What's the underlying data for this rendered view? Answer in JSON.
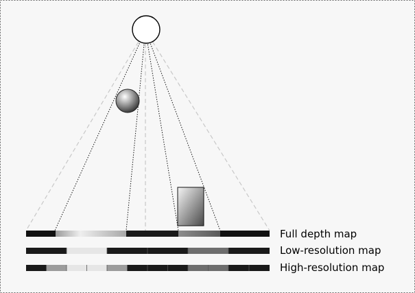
{
  "labels": {
    "full_depth_map": "Full depth map",
    "low_resolution_map": "Low-resolution map",
    "high_resolution_map": "High-resolution map"
  },
  "colors": {
    "frame_border": "#666666",
    "background": "#f7f7f7",
    "ray_dotted": "#111111",
    "frustum_dashed": "#c8c8c8",
    "bar_dark": "#1a1a1a",
    "bar_light": "#e6e6e6",
    "bar_mid": "#9c9c9c",
    "bar_gray": "#6e6e6e"
  },
  "icons": {
    "camera": "circle-eye-icon",
    "sphere": "shaded-sphere",
    "box": "gradient-rectangle"
  }
}
